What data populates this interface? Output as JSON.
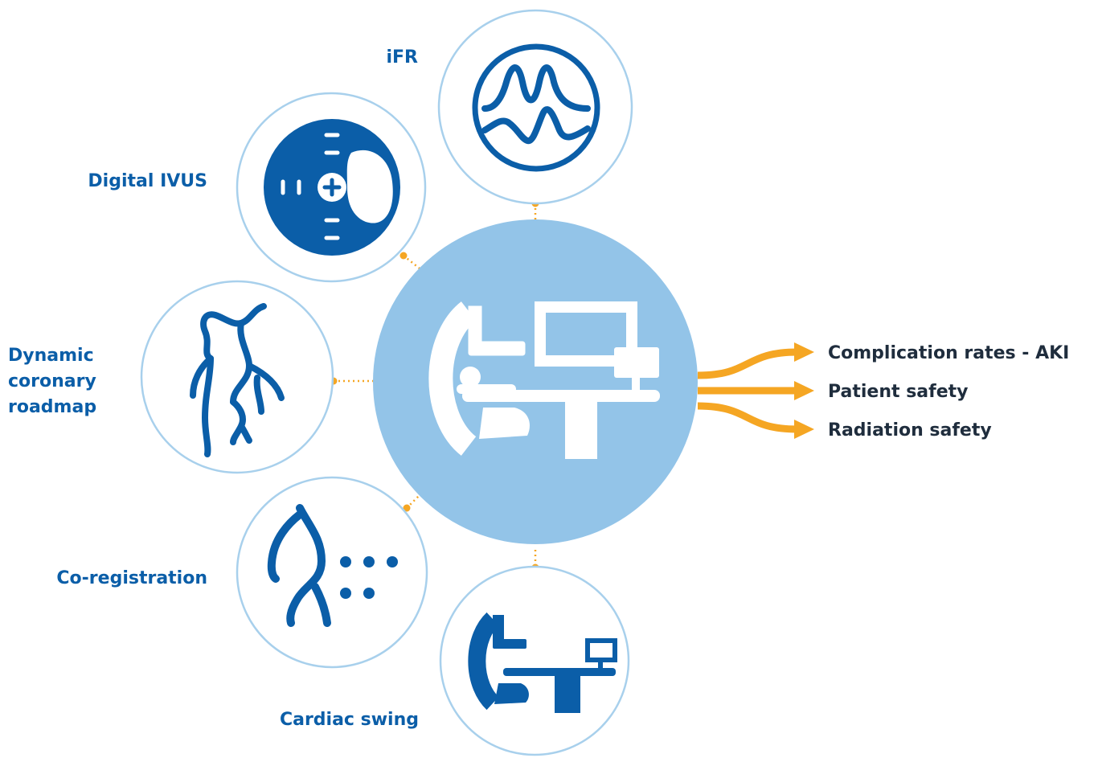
{
  "tools": [
    {
      "label": "iFR",
      "icon": "waveform-icon"
    },
    {
      "label": "Digital IVUS",
      "icon": "ivus-cross-section-icon"
    },
    {
      "label": "Dynamic coronary roadmap",
      "lines": [
        "Dynamic",
        "coronary",
        "roadmap"
      ],
      "icon": "coronary-tree-icon"
    },
    {
      "label": "Co-registration",
      "icon": "vessel-dots-icon"
    },
    {
      "label": "Cardiac swing",
      "icon": "c-arm-system-icon"
    }
  ],
  "outcomes": [
    "Complication rates - AKI",
    "Patient safety",
    "Radiation safety"
  ],
  "hub_icon": "angiography-system-icon",
  "colors": {
    "brand_blue": "#0b5ea8",
    "hub_fill": "#93c4e8",
    "ring_stroke": "#a8d0ec",
    "connector_orange": "#f5a623",
    "outcome_text": "#1f2d3d"
  }
}
